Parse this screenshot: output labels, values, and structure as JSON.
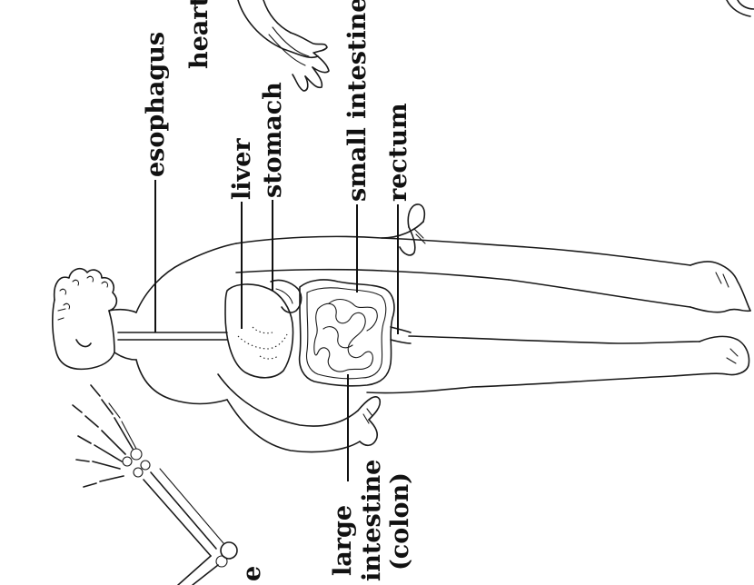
{
  "labels": {
    "heart": "heart",
    "esophagus": "esophagus",
    "liver": "liver",
    "stomach": "stomach",
    "small_intestine": "small intestine",
    "rectum": "rectum",
    "large_intestine_1": "large",
    "large_intestine_2": "intestine",
    "large_intestine_3": "(colon)",
    "cut_fragment": "e"
  },
  "colors": {
    "ink": "#1a1a1a",
    "background": "#ffffff"
  }
}
